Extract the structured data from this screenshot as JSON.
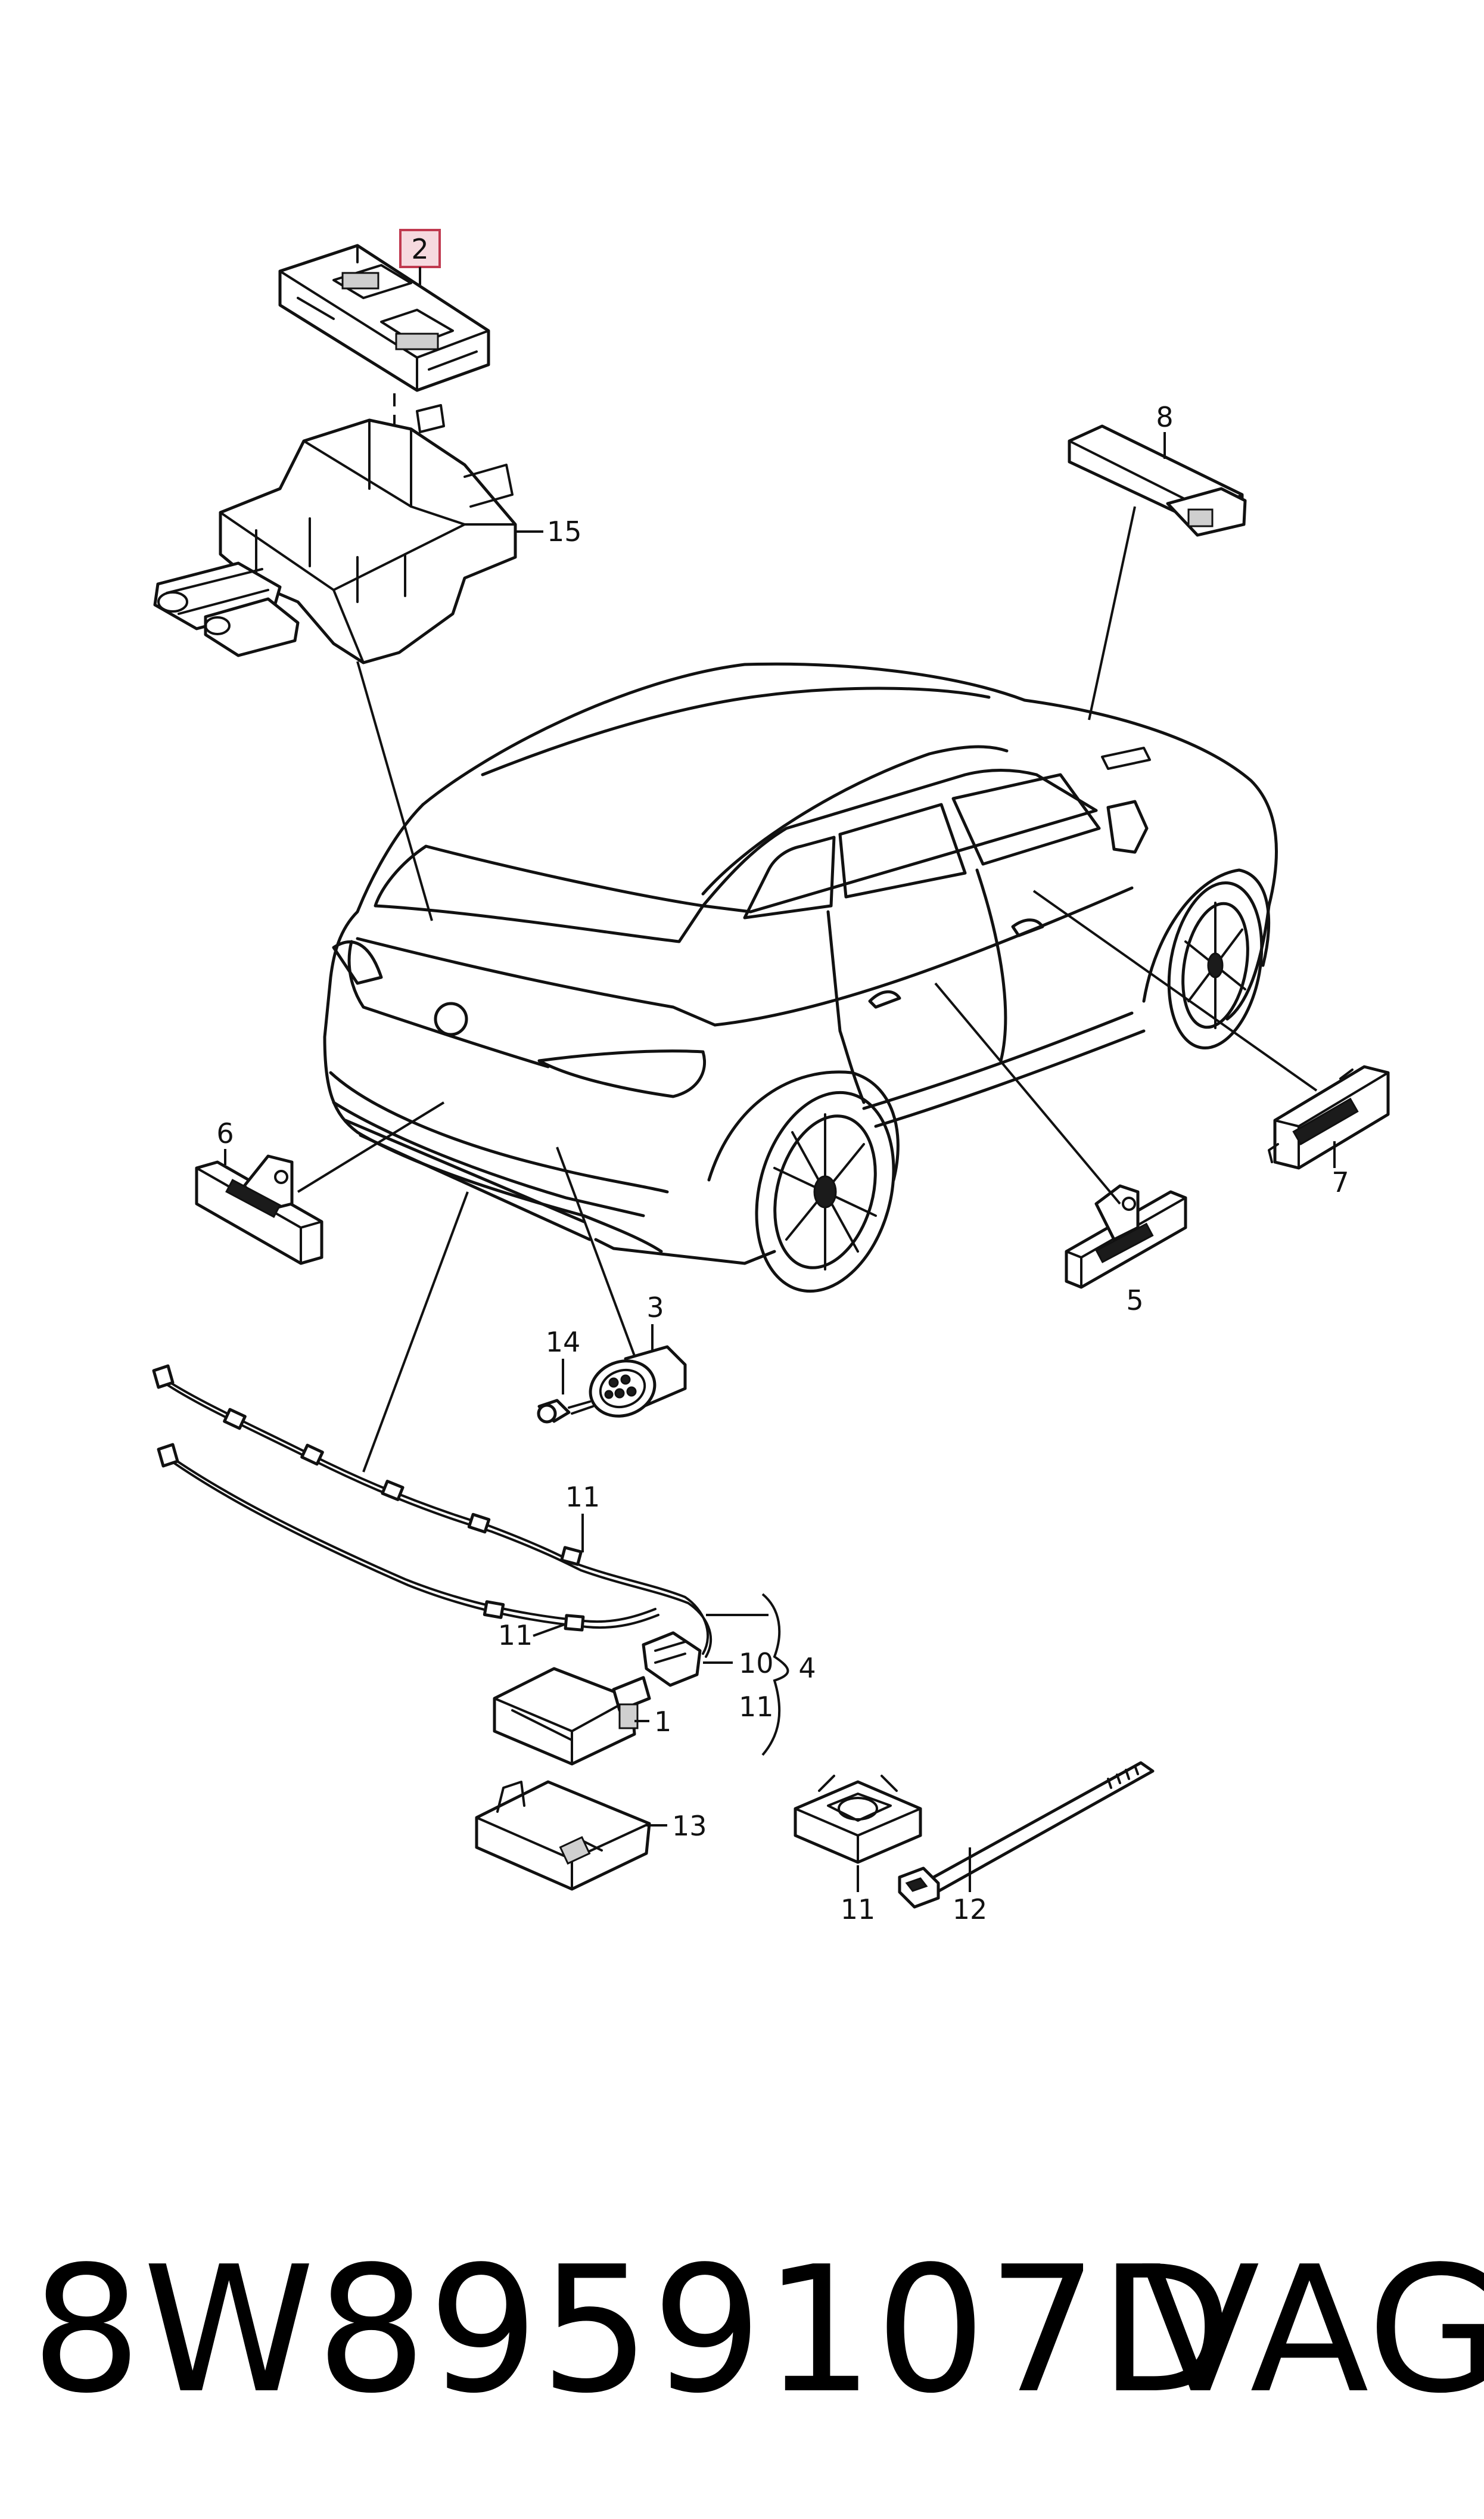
{
  "callouts": {
    "c1": "1",
    "c2": "2",
    "c3": "3",
    "c4": "4",
    "c5": "5",
    "c6": "6",
    "c7": "7",
    "c8": "8",
    "c10": "10",
    "c11a": "11",
    "c11b": "11",
    "c11c": "11",
    "c11d": "11",
    "c12": "12",
    "c13": "13",
    "c14": "14",
    "c15": "15"
  },
  "highlighted_callout": "2",
  "footer": {
    "part_number": "8W8959107D",
    "brand": "VAG"
  },
  "colors": {
    "line": "#111111",
    "highlight_fill": "#f6d9df",
    "highlight_border": "#c0394f"
  }
}
